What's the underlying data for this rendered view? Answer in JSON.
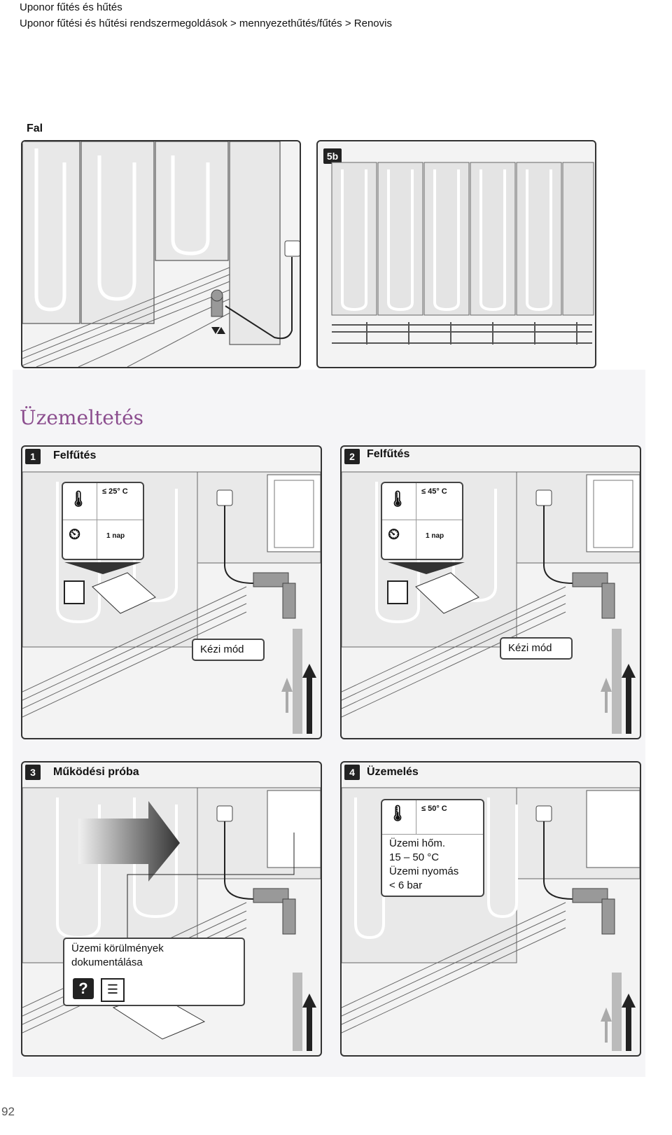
{
  "header": {
    "line1": "Uponor fűtés és hűtés",
    "line2": "Uponor fűtési és hűtési rendszermegoldások > mennyezethűtés/fűtés > Renovis"
  },
  "fal_label": "Fal",
  "panel_5b_tag": "5b",
  "section_title": "Üzemeltetés",
  "panels": [
    {
      "num": "1",
      "title": "Felfűtés",
      "temp": "≤ 25° C",
      "days": "1 nap",
      "callout": "Kézi mód"
    },
    {
      "num": "2",
      "title": "Felfűtés",
      "temp": "≤ 45° C",
      "days": "1 nap",
      "callout": "Kézi mód"
    },
    {
      "num": "3",
      "title": "Működési próba",
      "callout": "Üzemi körülmények dokumentálása"
    },
    {
      "num": "4",
      "title": "Üzemelés",
      "temp": "≤ 50° C",
      "info": [
        "Üzemi hőm.",
        "15 – 50 °C",
        "Üzemi nyomás",
        "< 6 bar"
      ]
    }
  ],
  "page_number": "92",
  "colors": {
    "accent": "#8b4d8e",
    "line": "#333333",
    "panel_bg": "#f3f3f3"
  }
}
